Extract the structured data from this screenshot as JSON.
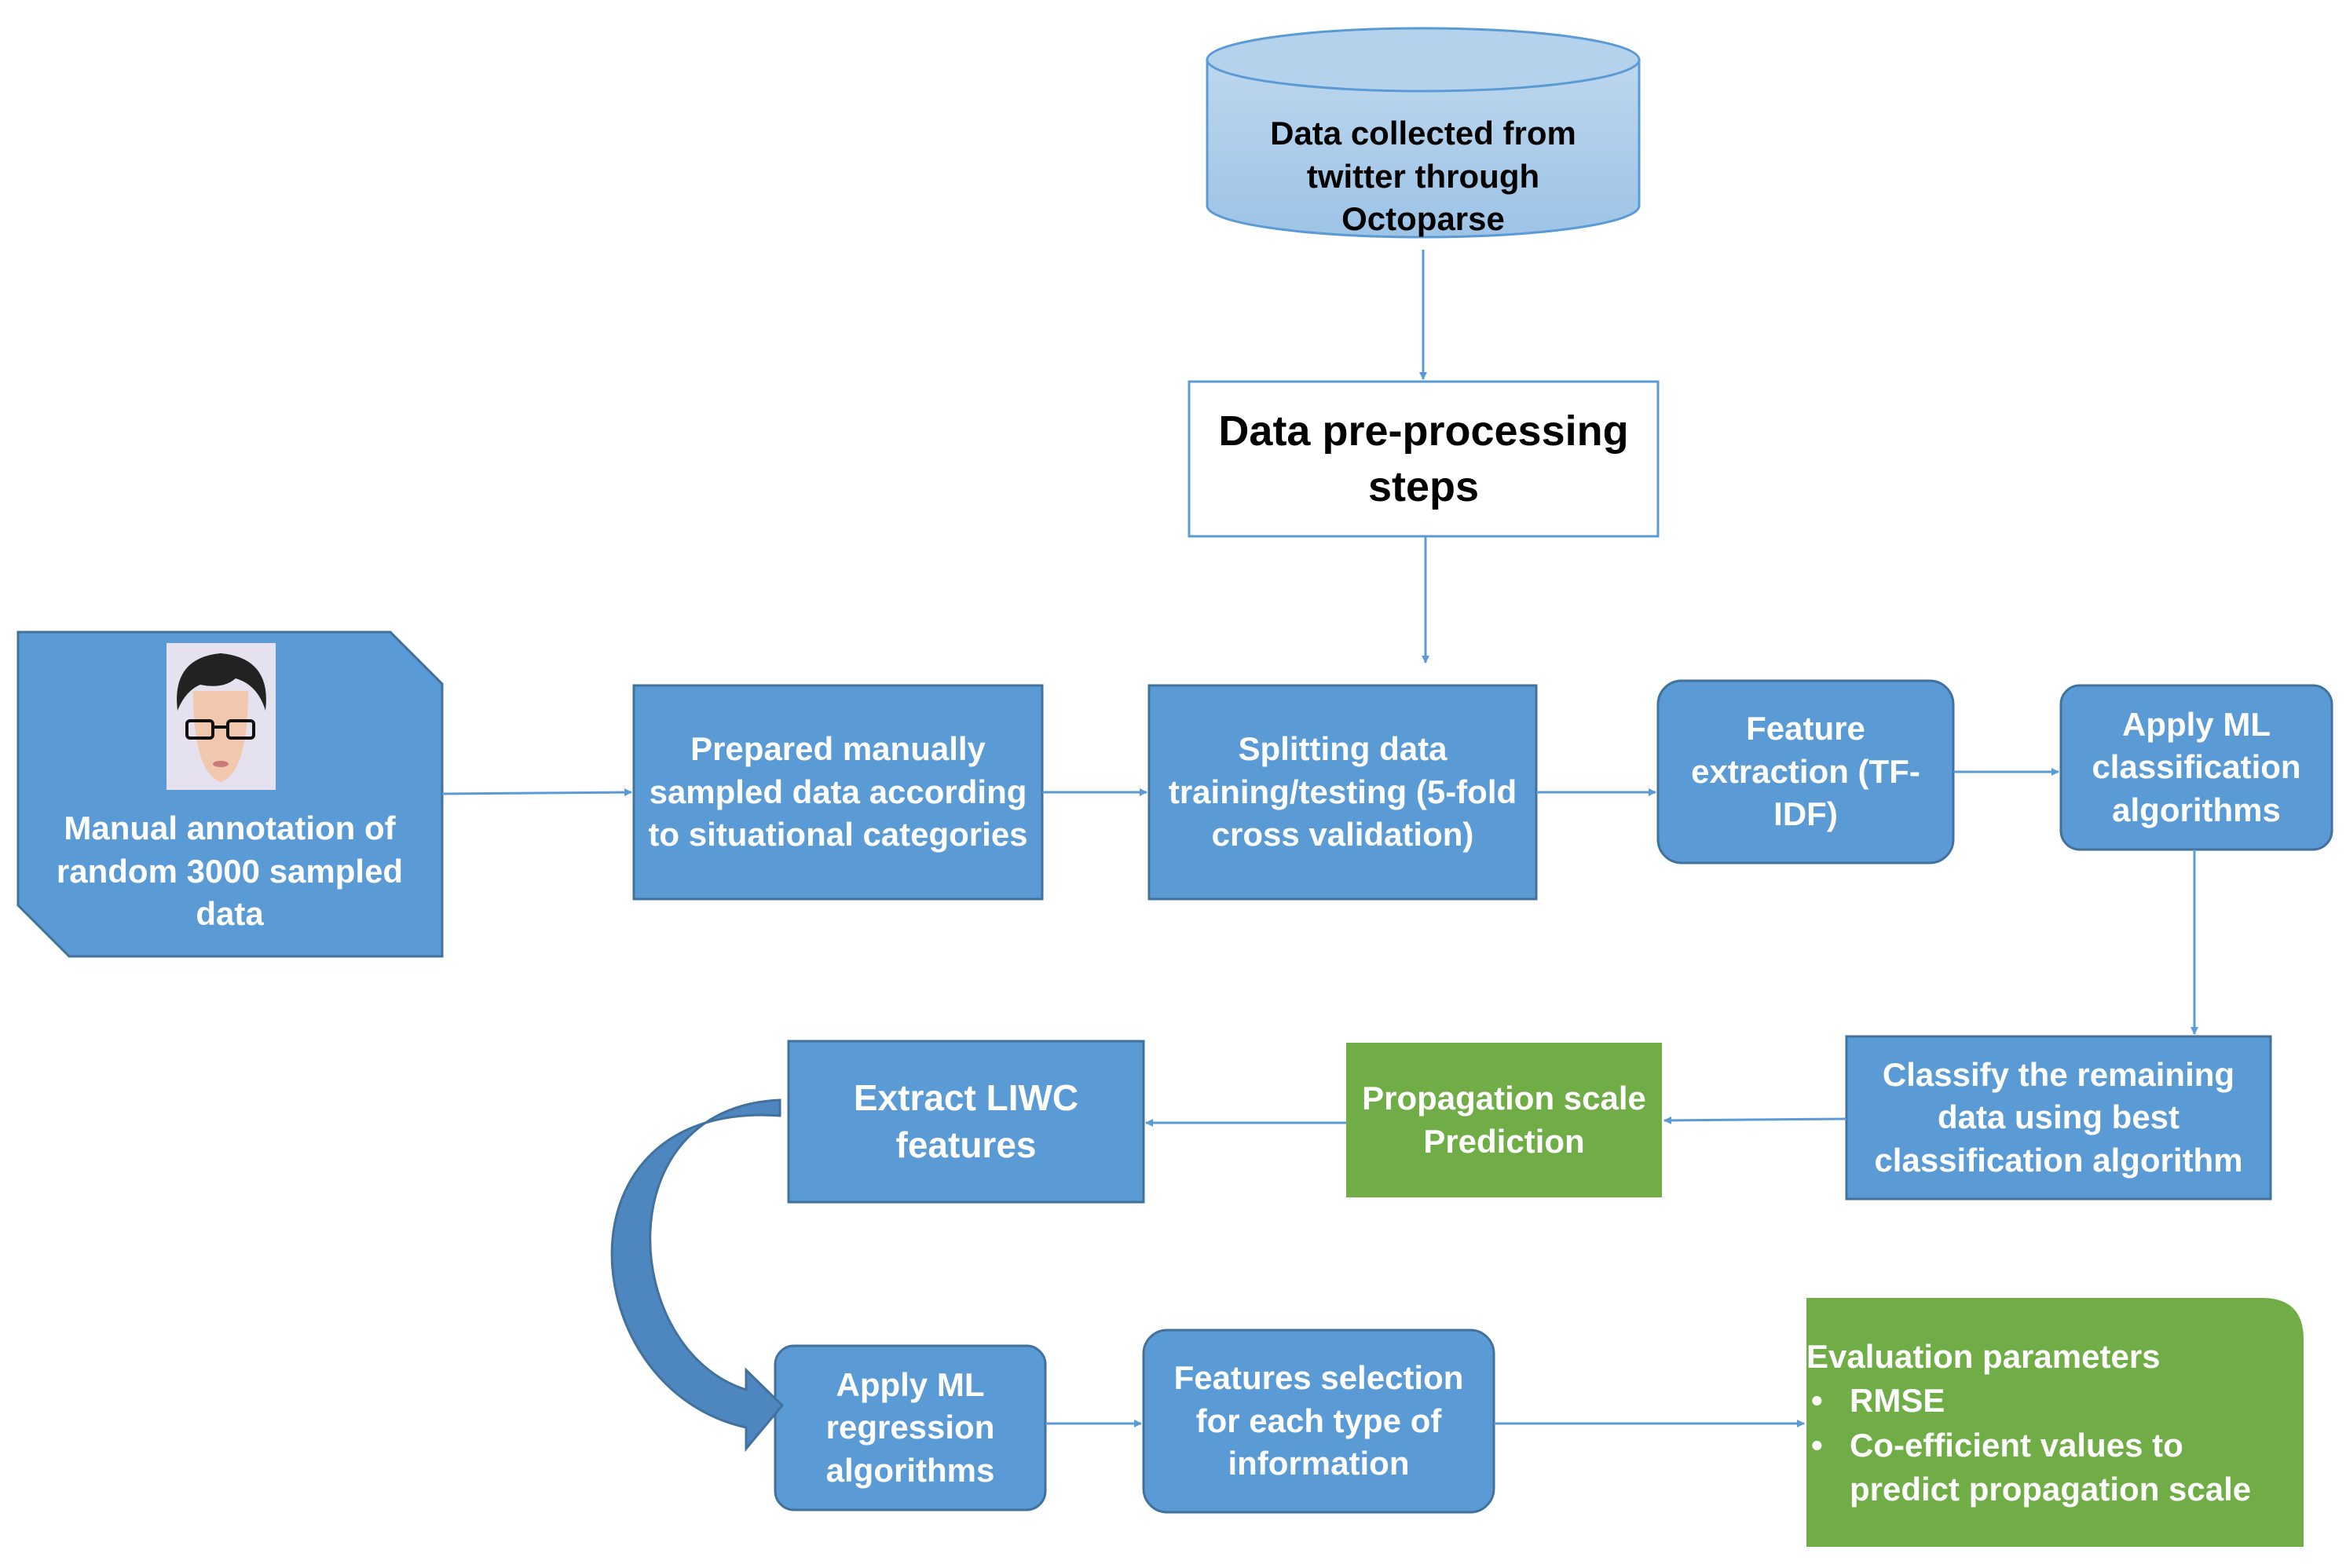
{
  "nodes": {
    "data_source": "Data collected from twitter through Octoparse",
    "preprocessing": "Data pre-processing steps",
    "manual_annotation": "Manual annotation of random 3000 sampled data",
    "prepared_sampled": "Prepared manually sampled data according to situational categories",
    "splitting": "Splitting data training/testing (5-fold cross validation)",
    "feature_extraction": "Feature extraction (TF-IDF)",
    "apply_classification": "Apply ML classification algorithms",
    "classify_remaining": "Classify the remaining data using best classification algorithm",
    "propagation_prediction": "Propagation scale Prediction",
    "extract_liwc": "Extract LIWC features",
    "apply_regression": "Apply ML regression algorithms",
    "features_selection": "Features selection for each type of information"
  },
  "evaluation": {
    "title": "Evaluation parameters",
    "items": [
      "RMSE",
      "Co-efficient values to predict propagation scale"
    ]
  },
  "colors": {
    "blue_fill": "#5b9bd5",
    "blue_stroke": "#41719c",
    "green_fill": "#70ad47",
    "arrow": "#5b9bd5",
    "cylinder_light": "#bdd7ee",
    "cylinder_dark": "#9dc3e6"
  },
  "icons": {
    "annotator": "person-avatar-icon"
  }
}
